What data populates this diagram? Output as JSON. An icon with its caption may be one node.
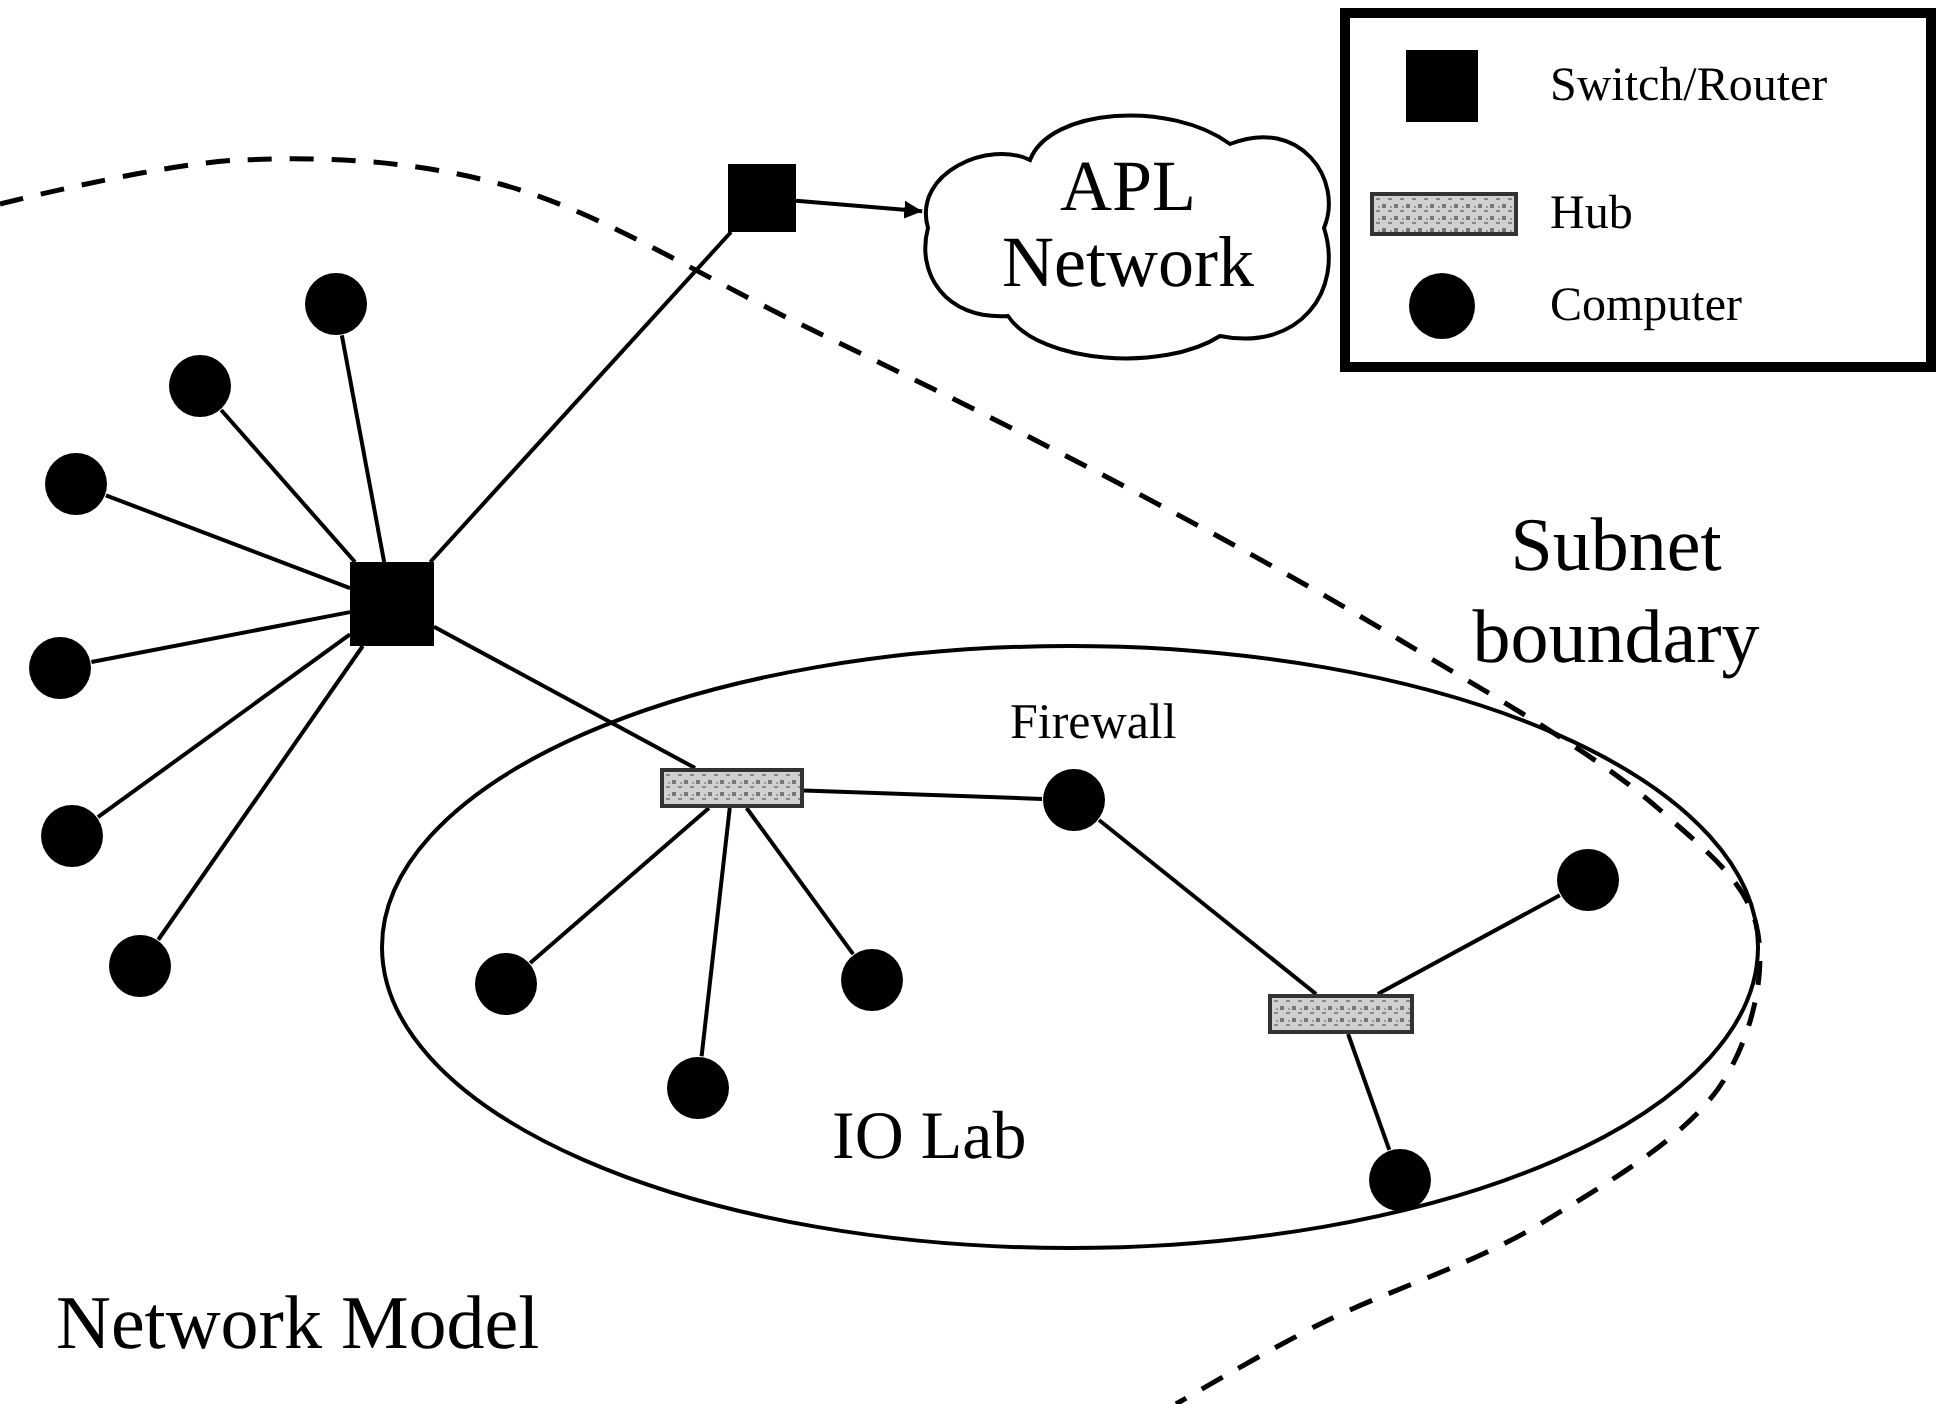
{
  "diagram": {
    "caption": "Network Model",
    "nodes": [
      {
        "text": [
          "APL Network"
        ]
      },
      {
        "text": [],
        "shape": "box"
      },
      {
        "text": [],
        "shape": "box"
      },
      {
        "text": [],
        "shape": "circle"
      },
      {
        "text": [],
        "shape": "circle"
      },
      {
        "text": [],
        "shape": "circle"
      },
      {
        "text": [],
        "shape": "circle"
      },
      {
        "text": [],
        "shape": "circle"
      },
      {
        "text": [],
        "shape": "circle"
      },
      {
        "text": [
          "IO Lab"
        ]
      },
      {
        "text": [],
        "shape": "bar",
        "in": 9
      },
      {
        "text": [],
        "shape": "circle",
        "in": 9,
        "beside": [
          "Firewall"
        ]
      },
      {
        "text": [],
        "shape": "circle",
        "in": 9
      },
      {
        "text": [],
        "shape": "circle",
        "in": 9
      },
      {
        "text": [],
        "shape": "circle",
        "in": 9
      },
      {
        "text": [],
        "shape": "bar",
        "in": 9
      },
      {
        "text": [],
        "shape": "circle",
        "in": 9
      },
      {
        "text": [],
        "shape": "circle",
        "in": 9
      }
    ],
    "edges": [
      {
        "from": 1,
        "to": 0,
        "arrow": "to"
      },
      {
        "from": 2,
        "to": 1,
        "arrow": "none"
      },
      {
        "from": 2,
        "to": 3,
        "arrow": "none"
      },
      {
        "from": 2,
        "to": 4,
        "arrow": "none"
      },
      {
        "from": 2,
        "to": 5,
        "arrow": "none"
      },
      {
        "from": 2,
        "to": 6,
        "arrow": "none"
      },
      {
        "from": 2,
        "to": 7,
        "arrow": "none"
      },
      {
        "from": 2,
        "to": 8,
        "arrow": "none"
      },
      {
        "from": 2,
        "to": 10,
        "arrow": "none"
      },
      {
        "from": 10,
        "to": 11,
        "arrow": "none"
      },
      {
        "from": 10,
        "to": 12,
        "arrow": "none"
      },
      {
        "from": 10,
        "to": 13,
        "arrow": "none"
      },
      {
        "from": 10,
        "to": 14,
        "arrow": "none"
      },
      {
        "from": 11,
        "to": 15,
        "arrow": "none"
      },
      {
        "from": 15,
        "to": 16,
        "arrow": "none"
      },
      {
        "from": 15,
        "to": 17,
        "arrow": "none"
      }
    ],
    "labels": [
      "Subnet boundary"
    ],
    "legend": [
      {
        "text": "Switch/Router"
      },
      {
        "text": "Hub"
      },
      {
        "text": "Computer"
      }
    ]
  }
}
